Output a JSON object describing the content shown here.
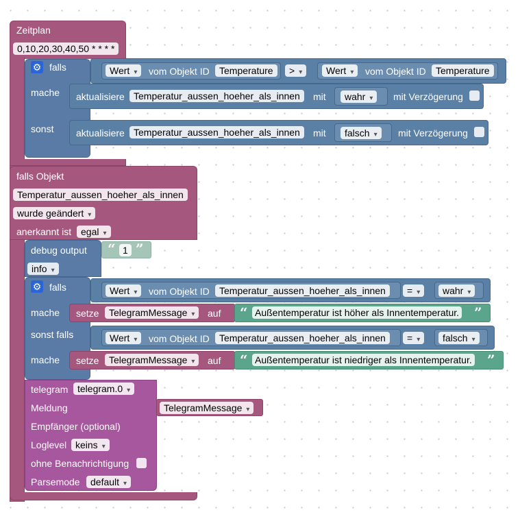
{
  "schedule": {
    "title": "Zeitplan",
    "cron": "0,10,20,30,40,50 * * * *"
  },
  "if1": {
    "falls": "falls",
    "mache": "mache",
    "sonst": "sonst",
    "left": {
      "prop": "Wert",
      "from": "vom Objekt ID",
      "obj": "Temperature"
    },
    "op": ">",
    "right": {
      "prop": "Wert",
      "from": "vom Objekt ID",
      "obj": "Temperature"
    },
    "upd1": {
      "label": "aktualisiere",
      "obj": "Temperatur_aussen_hoeher_als_innen",
      "mit": "mit",
      "val": "wahr",
      "delay": "mit Verzögerung"
    },
    "upd2": {
      "label": "aktualisiere",
      "obj": "Temperatur_aussen_hoeher_als_innen",
      "mit": "mit",
      "val": "falsch",
      "delay": "mit Verzögerung"
    }
  },
  "trigger": {
    "title": "falls Objekt",
    "obj": "Temperatur_aussen_hoeher_als_innen",
    "change": "wurde geändert",
    "ack_label": "anerkannt ist",
    "ack": "egal"
  },
  "debug": {
    "label": "debug output",
    "text": "1",
    "level": "info"
  },
  "if2": {
    "falls": "falls",
    "mache": "mache",
    "sonstfalls": "sonst falls",
    "c1": {
      "prop": "Wert",
      "from": "vom Objekt ID",
      "obj": "Temperatur_aussen_hoeher_als_innen",
      "op": "=",
      "val": "wahr"
    },
    "s1": {
      "setze": "setze",
      "var": "TelegramMessage",
      "auf": "auf",
      "text": "Außentemperatur ist höher als Innentemperatur."
    },
    "c2": {
      "prop": "Wert",
      "from": "vom Objekt ID",
      "obj": "Temperatur_aussen_hoeher_als_innen",
      "op": "=",
      "val": "falsch"
    },
    "s2": {
      "setze": "setze",
      "var": "TelegramMessage",
      "auf": "auf",
      "text": "Außentemperatur ist niedriger als Innentemperatur."
    }
  },
  "telegram": {
    "label": "telegram",
    "instance": "telegram.0",
    "msg_label": "Meldung",
    "msg_var": "TelegramMessage",
    "recv": "Empfänger (optional)",
    "log_label": "Loglevel",
    "log": "keins",
    "silent": "ohne Benachrichtigung",
    "parse_label": "Parsemode",
    "parse": "default"
  }
}
